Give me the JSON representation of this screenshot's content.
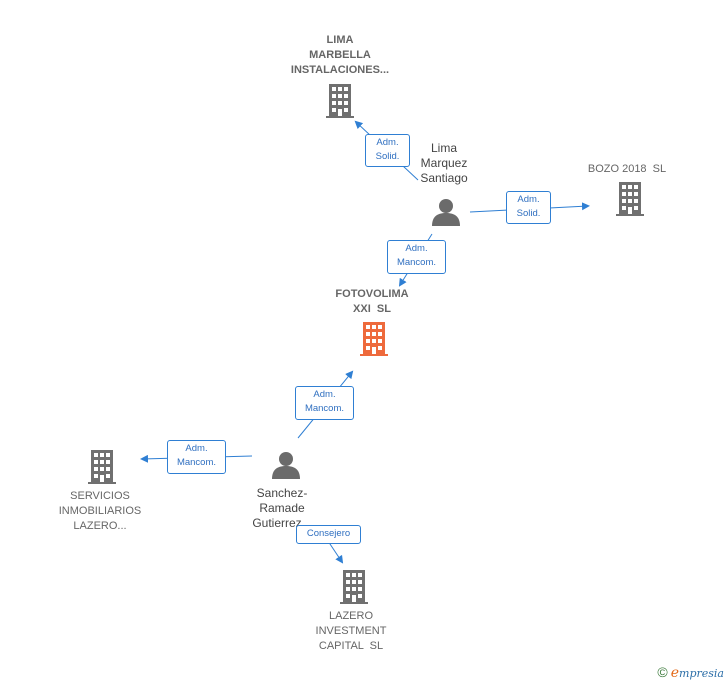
{
  "colors": {
    "edge": "#2f7fd3",
    "building": "#707070",
    "focus_building": "#ee6a3c",
    "person": "#6b6b6b"
  },
  "nodes": {
    "lima_marbella": {
      "label": "LIMA\nMARBELLA\nINSTALACIONES...",
      "icon": "building-icon"
    },
    "lima_marquez": {
      "label": "Lima\nMarquez\nSantiago",
      "icon": "person-icon"
    },
    "bozo": {
      "label": "BOZO 2018  SL",
      "icon": "building-icon"
    },
    "fotovolima": {
      "label": "FOTOVOLIMA\nXXI  SL",
      "icon": "building-icon"
    },
    "servicios": {
      "label": "SERVICIOS\nINMOBILIARIOS\nLAZERO...",
      "icon": "building-icon"
    },
    "sanchez": {
      "label": "Sanchez-\nRamade\nGutierrez...",
      "icon": "person-icon"
    },
    "lazero": {
      "label": "LAZERO\nINVESTMENT\nCAPITAL  SL",
      "icon": "building-icon"
    }
  },
  "relations": {
    "r1": "Adm.\nSolid.",
    "r2": "Adm.\nSolid.",
    "r3": "Adm.\nMancom.",
    "r4": "Adm.\nMancom.",
    "r5": "Adm.\nMancom.",
    "r6": "Consejero"
  },
  "brand": {
    "copyright": "©",
    "e": "e",
    "name": "mpresia"
  }
}
